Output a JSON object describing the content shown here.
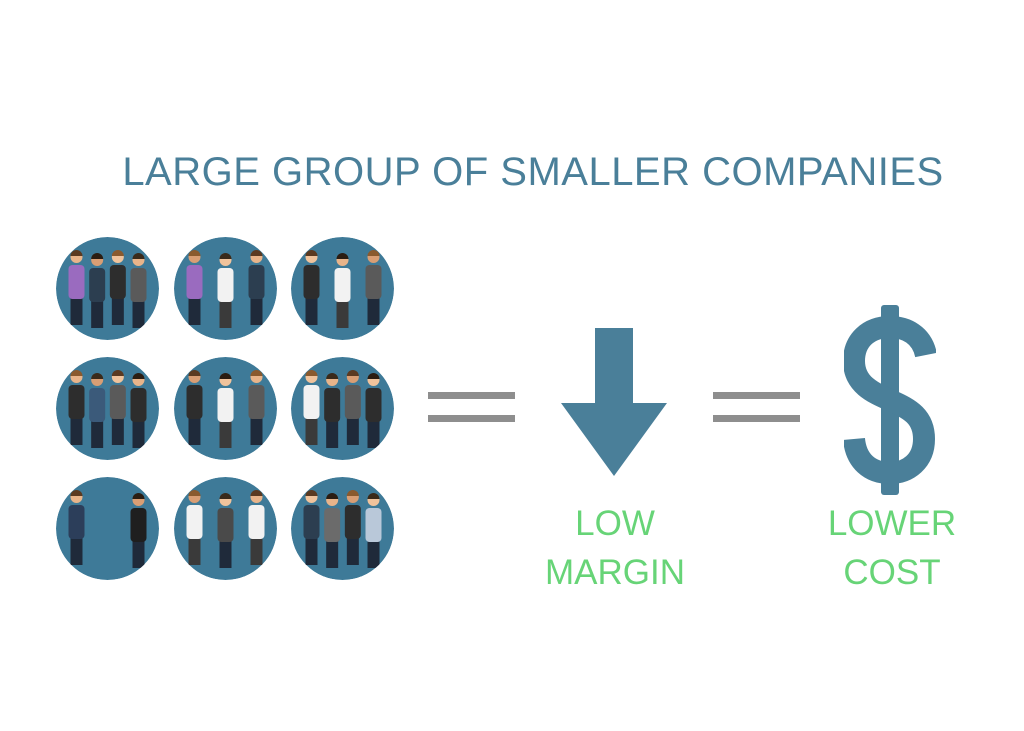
{
  "title": "LARGE GROUP OF SMALLER COMPANIES",
  "colors": {
    "title": "#4a7f99",
    "circle": "#3e7a98",
    "arrow": "#4a7f99",
    "dollar": "#4a7f99",
    "equals": "#8e8e8e",
    "label": "#67d477"
  },
  "groups": [
    {
      "icon": "business-people-group-icon"
    },
    {
      "icon": "business-people-group-icon"
    },
    {
      "icon": "business-people-group-icon"
    },
    {
      "icon": "business-people-group-icon"
    },
    {
      "icon": "business-people-group-icon"
    },
    {
      "icon": "business-people-group-icon"
    },
    {
      "icon": "business-people-group-icon"
    },
    {
      "icon": "business-people-group-icon"
    },
    {
      "icon": "business-people-group-icon"
    }
  ],
  "margin": {
    "icon": "down-arrow-icon",
    "line1": "LOW",
    "line2": "MARGIN"
  },
  "cost": {
    "icon": "dollar-sign-icon",
    "line1": "LOWER",
    "line2": "COST"
  }
}
